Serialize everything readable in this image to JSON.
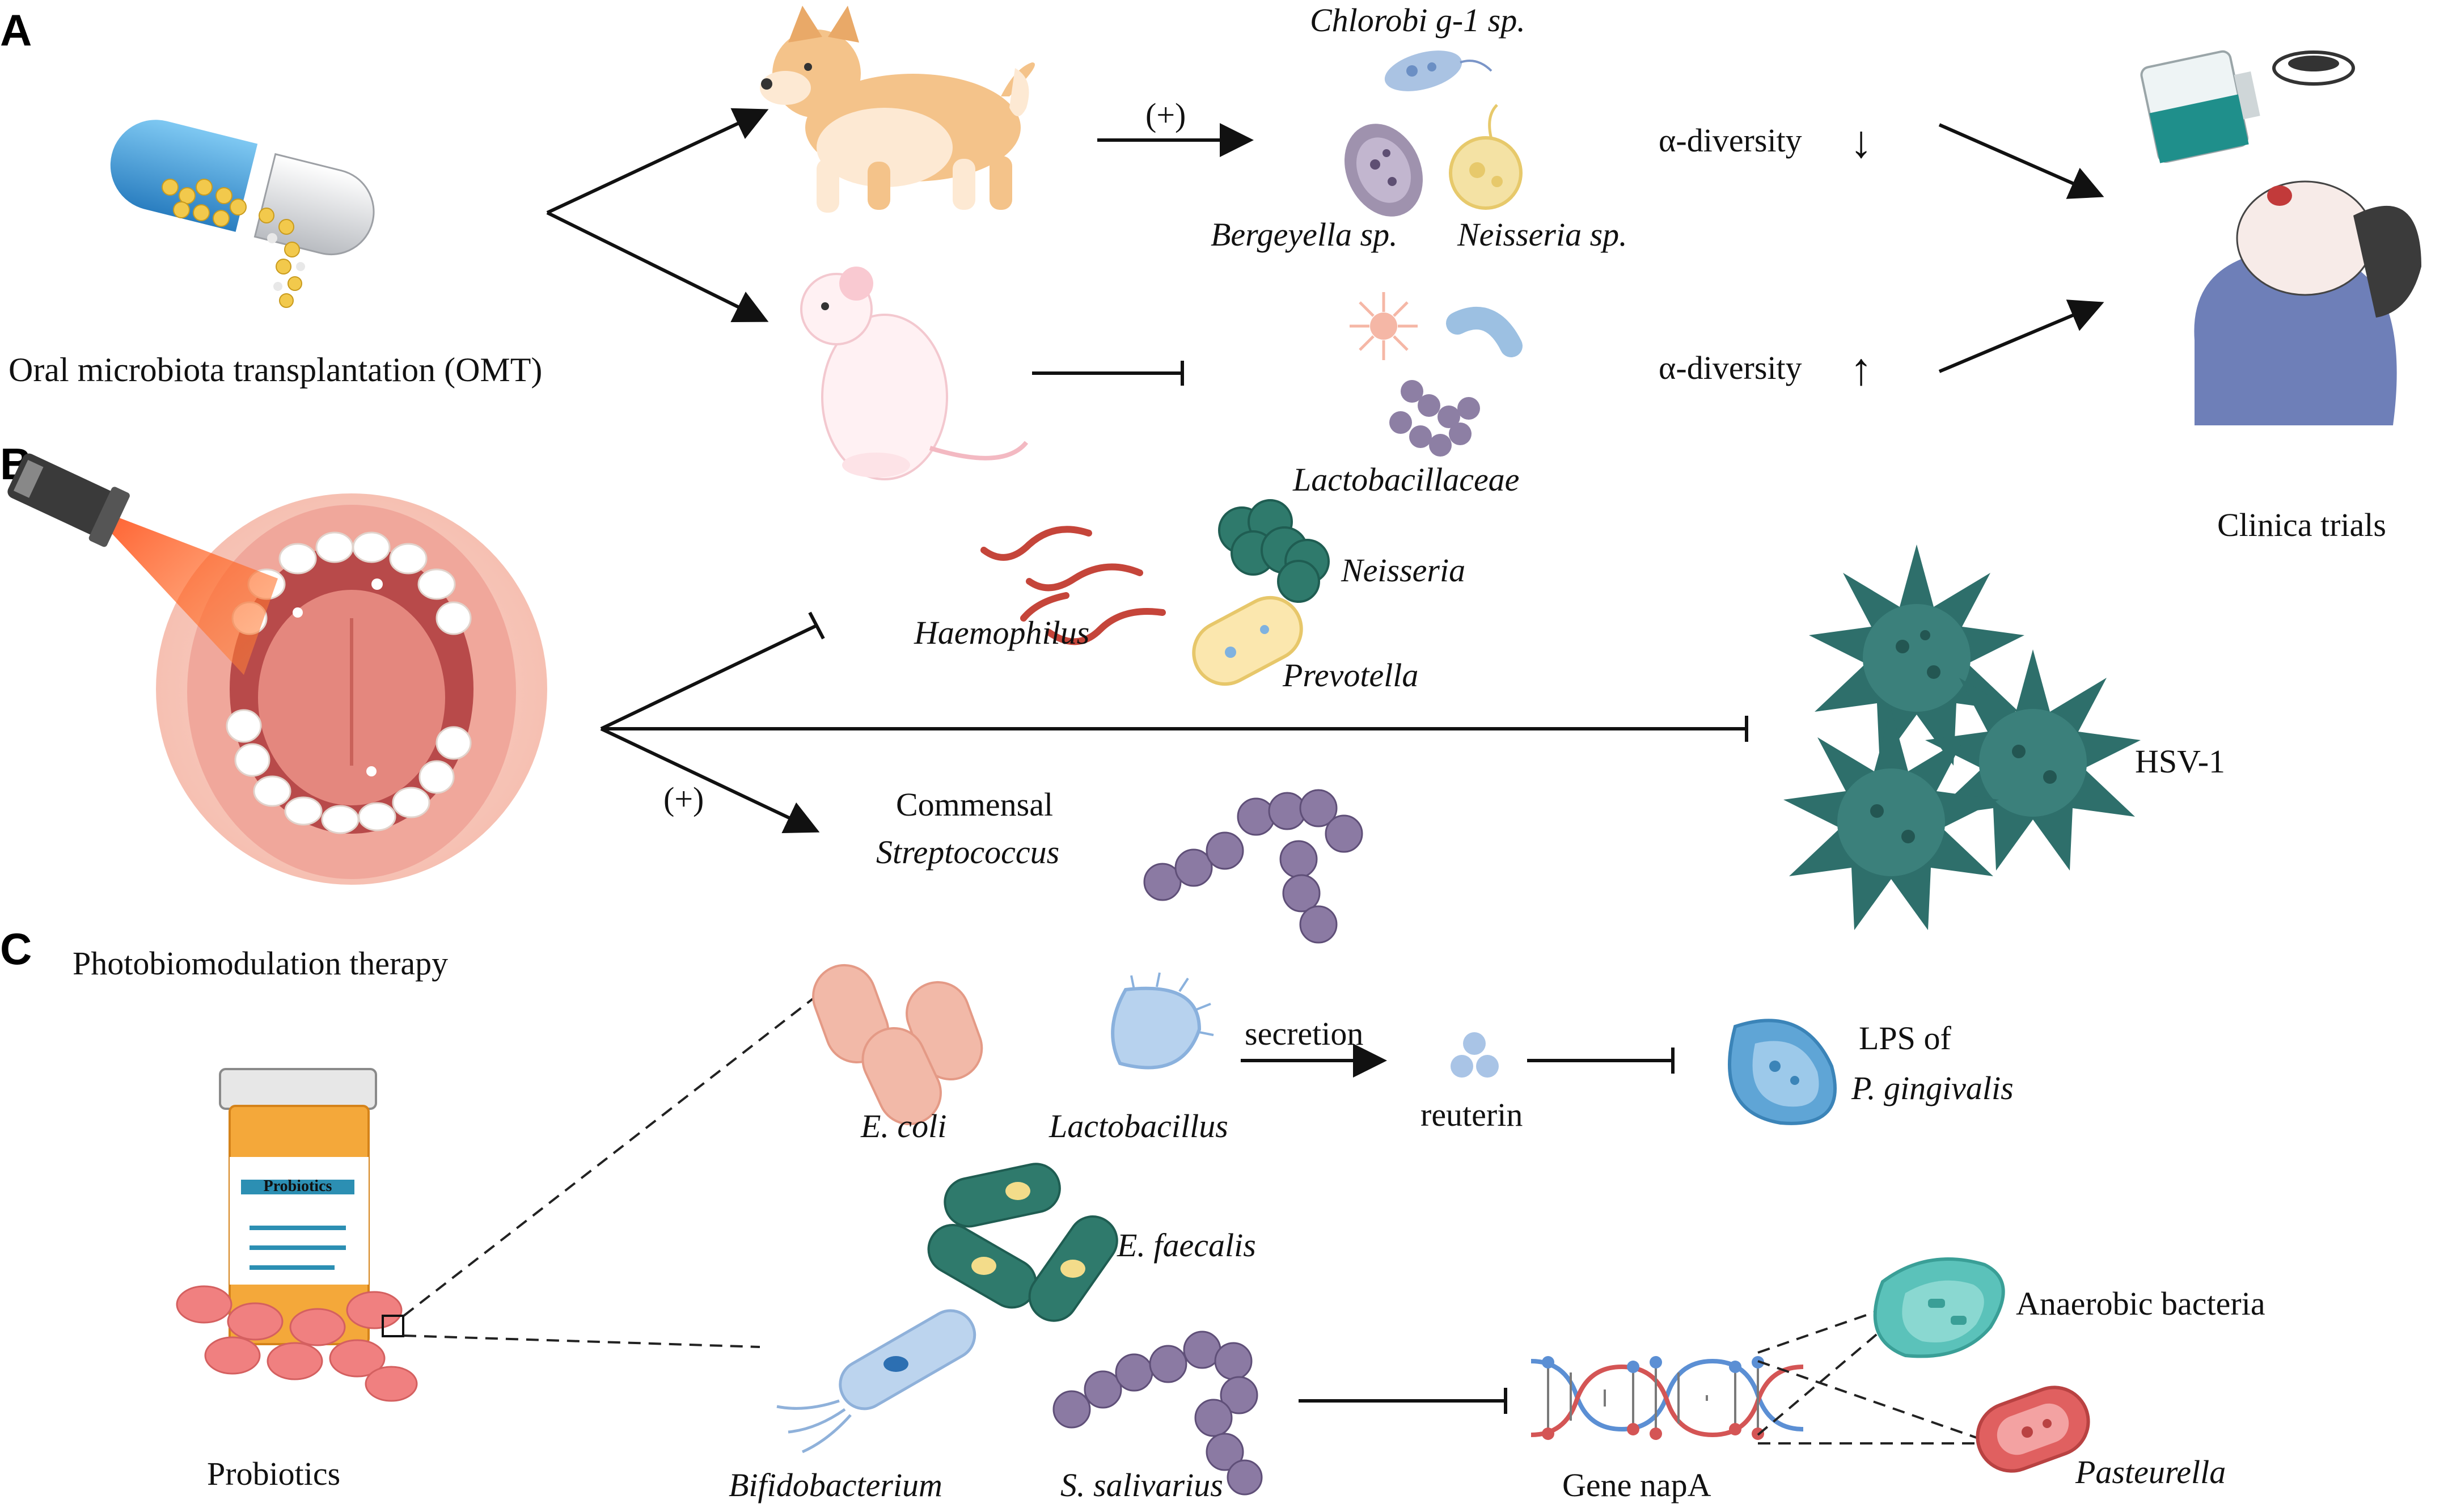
{
  "panels": {
    "a": "A",
    "b": "B",
    "c": "C"
  },
  "section_a": {
    "omt_label": "Oral microbiota transplantation (OMT)",
    "plus_label": "(+)",
    "chlorobi": "Chlorobi g-1 sp.",
    "bergeyella": "Bergeyella sp.",
    "neisseria_sp": "Neisseria sp.",
    "lactobacillaceae": "Lactobacillaceae",
    "alpha_diversity_1": "α-diversity",
    "alpha_diversity_2": "α-diversity",
    "arrow_down": "↓",
    "arrow_up": "↑",
    "clinical_trials": "Clinica trials"
  },
  "section_b": {
    "therapy_label": "Photobiomodulation therapy",
    "haemophilus": "Haemophilus",
    "neisseria": "Neisseria",
    "prevotella": "Prevotella",
    "plus_label": "(+)",
    "commensal": "Commensal",
    "streptococcus": "Streptococcus",
    "hsv": "HSV-1"
  },
  "section_c": {
    "probiotics_label": "Probiotics",
    "bottle_label": "Probiotics",
    "ecoli": "E. coli",
    "lactobacillus": "Lactobacillus",
    "secretion": "secretion",
    "reuterin": "reuterin",
    "lps_of": "LPS of",
    "p_gingivalis": "P. gingivalis",
    "e_faecalis": "E. faecalis",
    "bifidobacterium": "Bifidobacterium",
    "s_salivarius": "S. salivarius",
    "gene_napa": "Gene napA",
    "anaerobic": "Anaerobic bacteria",
    "pasteurella": "Pasteurella"
  }
}
